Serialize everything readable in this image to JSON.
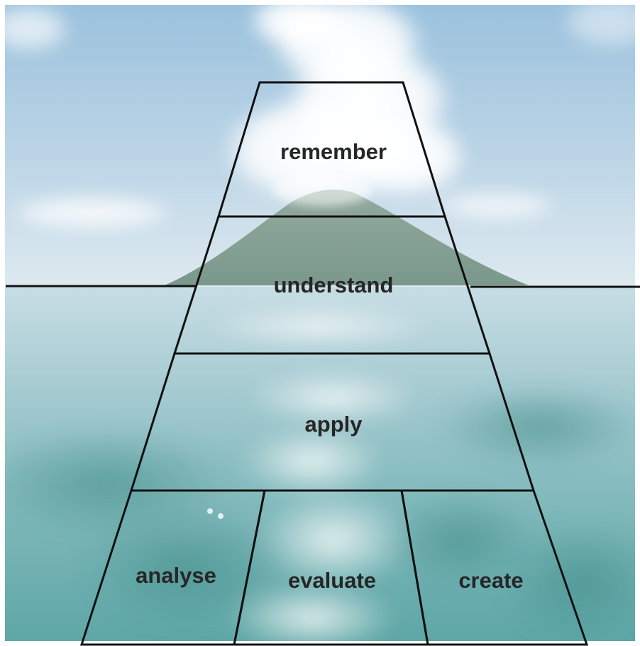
{
  "levels": {
    "remember": "remember",
    "understand": "understand",
    "apply": "apply",
    "analyse": "analyse",
    "evaluate": "evaluate",
    "create": "create"
  },
  "colors": {
    "sky_top": "#9ec4de",
    "sky_horizon": "#d7e6ef",
    "sea_top": "#bcd7df",
    "sea_bottom": "#5fa8ab",
    "island": "#7d9a8c",
    "cloud": "#ffffff",
    "line": "#111111",
    "text": "#262626"
  }
}
